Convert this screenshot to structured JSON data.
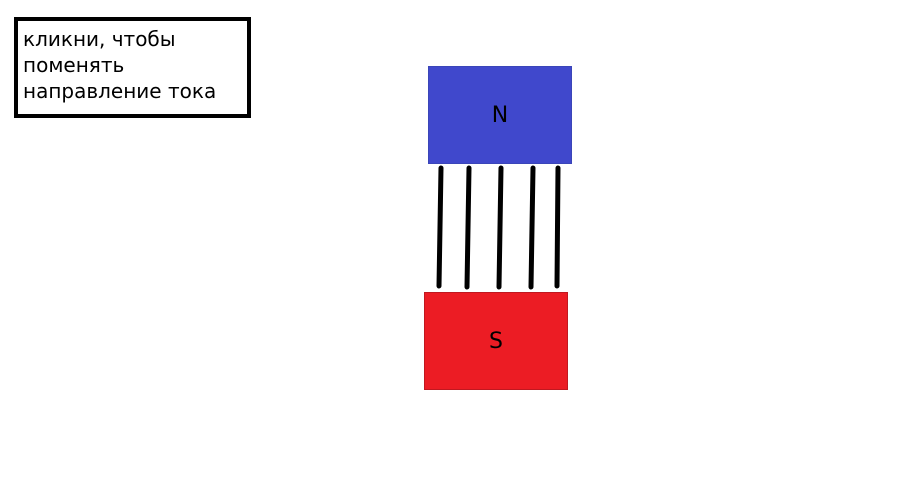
{
  "toggle": {
    "label": "кликни, чтобы\nпоменять\nнаправление тока"
  },
  "magnets": {
    "north": {
      "label": "N",
      "color": "#4048cc"
    },
    "south": {
      "label": "S",
      "color": "#ec1c24"
    }
  },
  "field_line_color": "#000000"
}
